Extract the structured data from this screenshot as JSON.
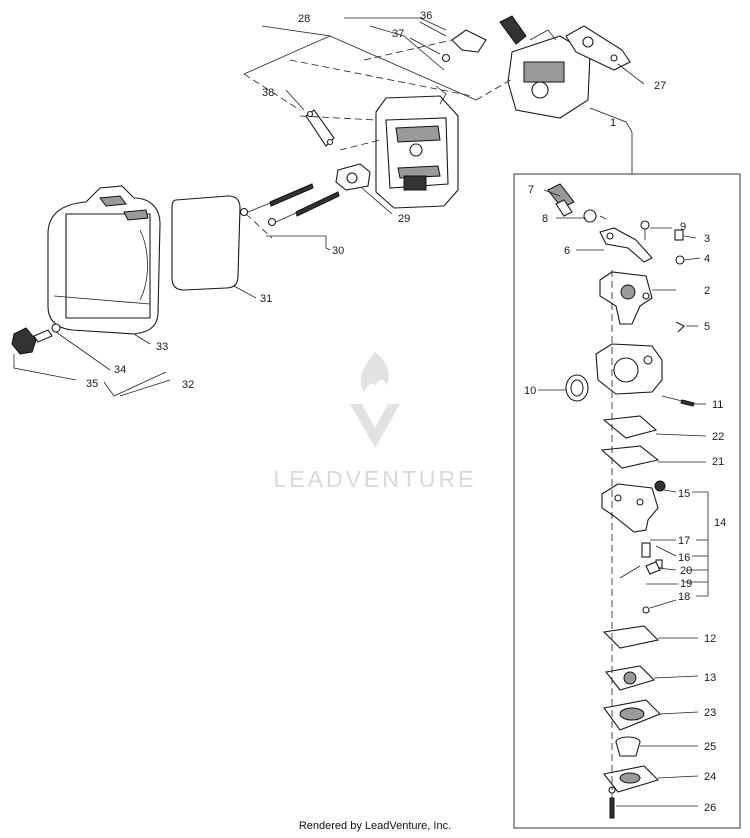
{
  "watermark": {
    "brand": "LEADVENTURE"
  },
  "footer": {
    "credit": "Rendered by LeadVenture, Inc."
  },
  "callouts": {
    "c1": "1",
    "c2": "2",
    "c3": "3",
    "c4": "4",
    "c5": "5",
    "c6": "6",
    "c7": "7",
    "c8": "8",
    "c9": "9",
    "c10": "10",
    "c11": "11",
    "c12": "12",
    "c13": "13",
    "c14": "14",
    "c15": "15",
    "c16": "16",
    "c17": "17",
    "c18": "18",
    "c19": "19",
    "c20": "20",
    "c21": "21",
    "c22": "22",
    "c23": "23",
    "c24": "24",
    "c25": "25",
    "c26": "26",
    "c27": "27",
    "c28": "28",
    "c29": "29",
    "c30": "30",
    "c31": "31",
    "c32": "32",
    "c33": "33",
    "c34": "34",
    "c35": "35",
    "c36": "36",
    "c37": "37",
    "c38": "38"
  }
}
